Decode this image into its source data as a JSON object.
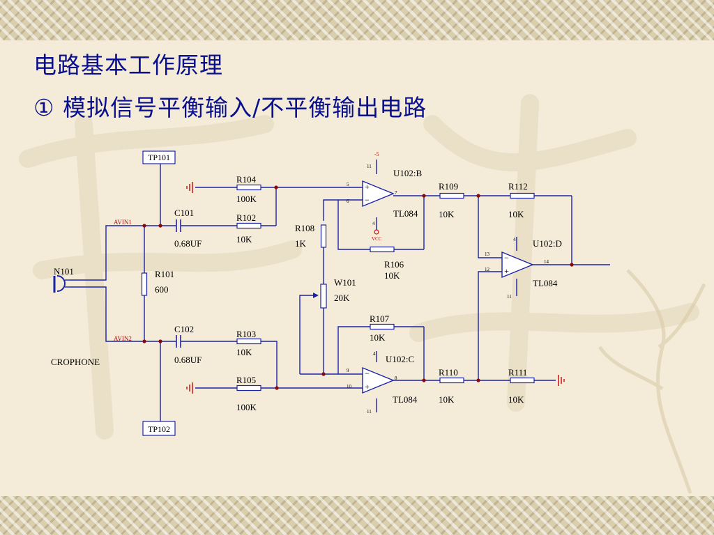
{
  "title": "电路基本工作原理",
  "subtitle": "① 模拟信号平衡输入/不平衡输出电路",
  "colors": {
    "wire": "#1a22a8",
    "text": "#000000",
    "net_label": "#b01010",
    "junction": "#8a0a0a",
    "ground": "#cc1111",
    "component_fill": "#ffffff",
    "heading": "#0a0f8c"
  },
  "schematic": {
    "test_points": [
      "TP101",
      "TP102"
    ],
    "microphone": {
      "ref": "N101",
      "name_partial": "CROPHONE"
    },
    "net_labels": [
      "AVIN1",
      "AVIN2"
    ],
    "capacitors": [
      {
        "ref": "C101",
        "value": "0.68UF"
      },
      {
        "ref": "C102",
        "value": "0.68UF"
      }
    ],
    "resistors": [
      {
        "ref": "R101",
        "value": "600"
      },
      {
        "ref": "R102",
        "value": "10K"
      },
      {
        "ref": "R103",
        "value": "10K"
      },
      {
        "ref": "R104",
        "value": "100K"
      },
      {
        "ref": "R105",
        "value": "100K"
      },
      {
        "ref": "R106",
        "value": "10K"
      },
      {
        "ref": "R107",
        "value": "10K"
      },
      {
        "ref": "R108",
        "value": "1K"
      },
      {
        "ref": "R109",
        "value": "10K"
      },
      {
        "ref": "R110",
        "value": "10K"
      },
      {
        "ref": "R111",
        "value": "10K"
      },
      {
        "ref": "R112",
        "value": "10K"
      }
    ],
    "potentiometer": {
      "ref": "W101",
      "value": "20K"
    },
    "opamps": [
      {
        "ref": "U102:B",
        "part": "TL084",
        "pins": [
          "5",
          "6",
          "7",
          "4",
          "11"
        ]
      },
      {
        "ref": "U102:C",
        "part": "TL084",
        "pins": [
          "9",
          "10",
          "8",
          "4",
          "11"
        ]
      },
      {
        "ref": "U102:D",
        "part": "TL084",
        "pins": [
          "13",
          "12",
          "14",
          "4",
          "11"
        ]
      }
    ],
    "supply_labels": {
      "neg": "-5",
      "vcc": "VCC"
    },
    "opamp_signs": {
      "plus": "+",
      "minus": "−"
    }
  }
}
